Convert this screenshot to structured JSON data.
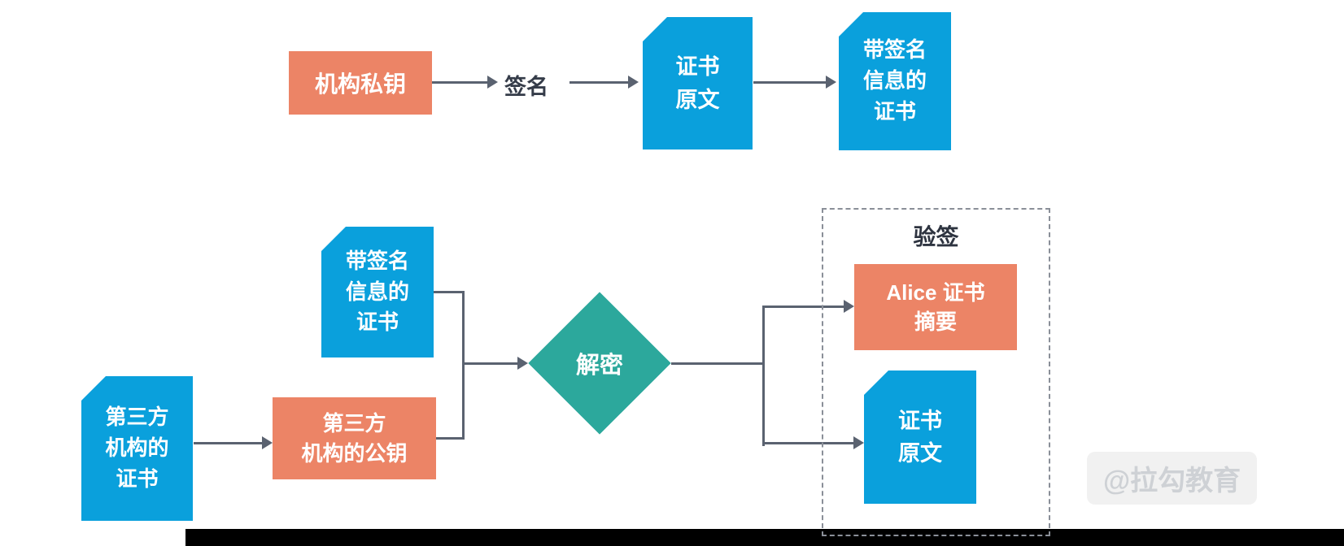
{
  "colors": {
    "node_orange": "#ec8466",
    "node_blue": "#0aa0dc",
    "node_teal": "#2ca89c",
    "arrow_gray": "#5a6270",
    "dashed_border": "#8a8f98",
    "bottom_bar": "#000000"
  },
  "top_flow": {
    "org_private_key": "机构私钥",
    "sign_label": "签名",
    "cert_original": "证书\n原文",
    "signed_cert": "带签名\n信息的\n证书"
  },
  "verify_flow": {
    "signed_cert": "带签名\n信息的\n证书",
    "third_party_cert": "第三方\n机构的\n证书",
    "third_party_public_key": "第三方\n机构的公钥",
    "decrypt": "解密",
    "verify_title": "验签",
    "alice_cert_digest": "Alice 证书\n摘要",
    "cert_original": "证书\n原文"
  },
  "watermark": "@拉勾教育"
}
